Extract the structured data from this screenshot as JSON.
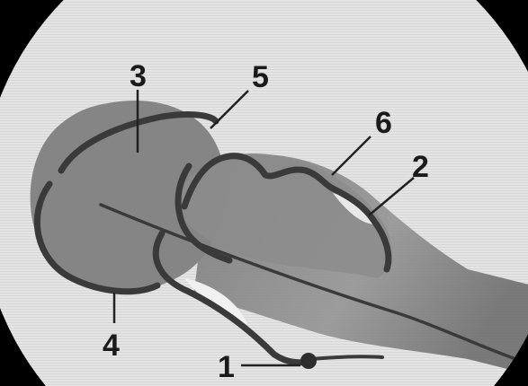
{
  "labels": {
    "l1": "1",
    "l2": "2",
    "l3": "3",
    "l4": "4",
    "l5": "5",
    "l6": "6"
  },
  "colors": {
    "background": "#000000",
    "field": "#e6e6e6",
    "bone": "#8a8a8a",
    "vessel": "#3a3a3a"
  }
}
